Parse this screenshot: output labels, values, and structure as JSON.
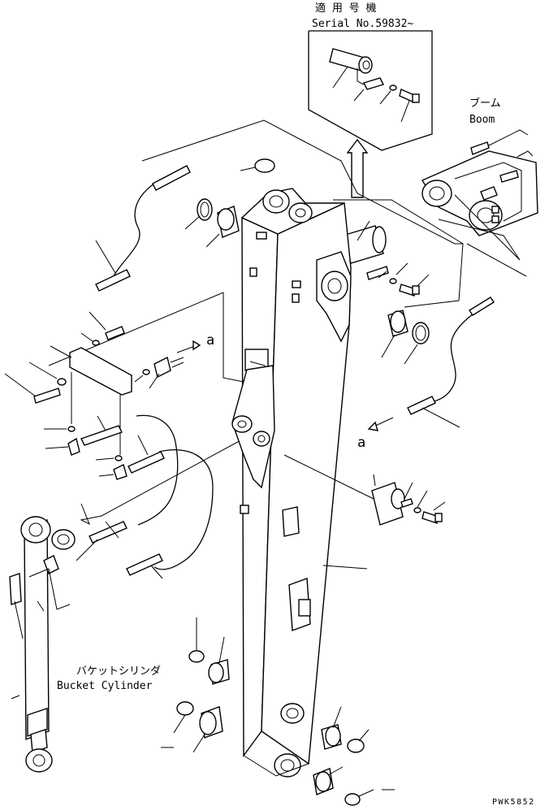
{
  "inset": {
    "label_jp": "適 用 号 機",
    "label_en": "Serial No.59832~"
  },
  "boom": {
    "label_jp": "ブーム",
    "label_en": "Boom"
  },
  "bucket_cylinder": {
    "label_jp": "バケットシリンダ",
    "label_en": "Bucket Cylinder"
  },
  "callouts": {
    "a_upper": "a",
    "a_lower": "a"
  },
  "drawing_code": "PWK5852"
}
